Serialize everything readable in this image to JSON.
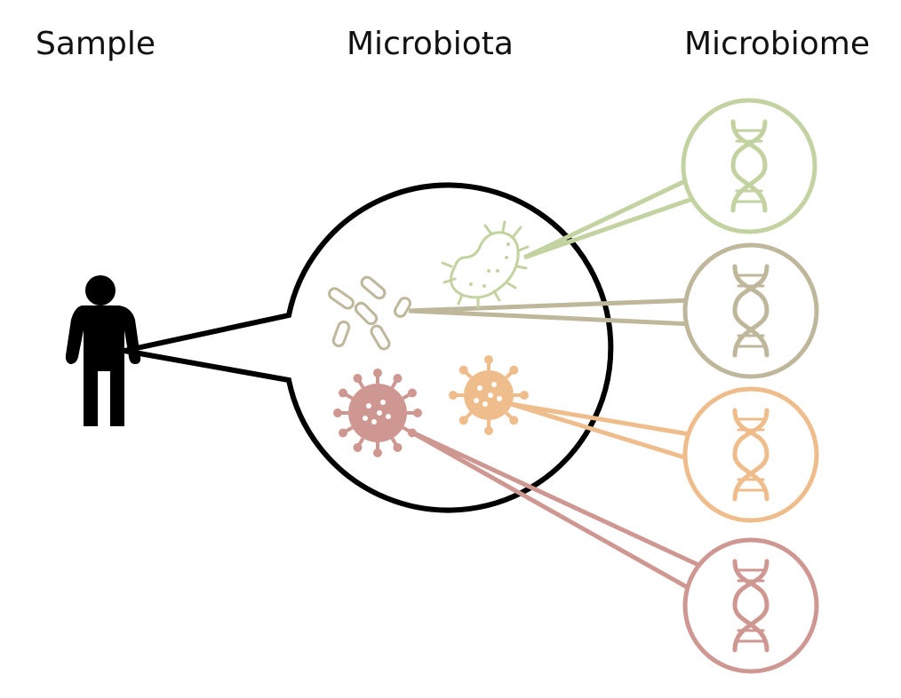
{
  "headings": {
    "sample": "Sample",
    "microbiota": "Microbiota",
    "microbiome": "Microbiome"
  },
  "colors": {
    "outline": "#000000",
    "green": "#c2d3a1",
    "tan": "#bfb79b",
    "orange": "#efbd8c",
    "rose": "#cf9791"
  },
  "organisms": [
    {
      "kind": "bacterium-icon",
      "color": "green"
    },
    {
      "kind": "bacilli-icon",
      "color": "tan"
    },
    {
      "kind": "virus-icon",
      "color": "orange"
    },
    {
      "kind": "virus-icon",
      "color": "rose"
    }
  ],
  "genomes": [
    {
      "icon": "dna-icon",
      "color": "green"
    },
    {
      "icon": "dna-icon",
      "color": "tan"
    },
    {
      "icon": "dna-icon",
      "color": "orange"
    },
    {
      "icon": "dna-icon",
      "color": "rose"
    }
  ]
}
